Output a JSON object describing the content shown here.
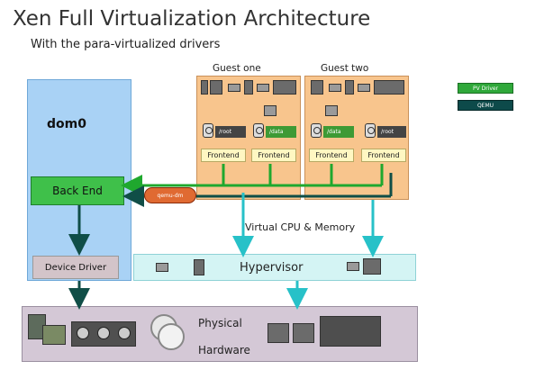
{
  "title": "Xen Full Virtualization Architecture",
  "subtitle": "With the para-virtualized drivers",
  "dom0": {
    "label": "dom0",
    "backend": "Back End",
    "device_driver": "Device Driver"
  },
  "guests": [
    {
      "label": "Guest one",
      "root": "/root",
      "data": "/data",
      "frontend_left": "Frontend",
      "frontend_right": "Frontend"
    },
    {
      "label": "Guest two",
      "root": "/root",
      "data": "/data",
      "frontend_left": "Frontend",
      "frontend_right": "Frontend"
    }
  ],
  "qemu_dm": "qemu-dm",
  "vcpu_memory": "Virtual CPU & Memory",
  "hypervisor": "Hypervisor",
  "physical": {
    "line1": "Physical",
    "line2": "Hardware"
  },
  "legend": {
    "pv_driver": "PV Driver",
    "qemu": "QEMU"
  },
  "colors": {
    "pv_driver": "#2fa83a",
    "qemu": "#0d4a4a",
    "guest": "#f8c58d",
    "dom0": "#a9d2f5",
    "hypervisor": "#d4f4f4",
    "arrow_green": "#1fa82e",
    "arrow_cyan": "#27c1c8",
    "arrow_dark": "#104e47"
  }
}
